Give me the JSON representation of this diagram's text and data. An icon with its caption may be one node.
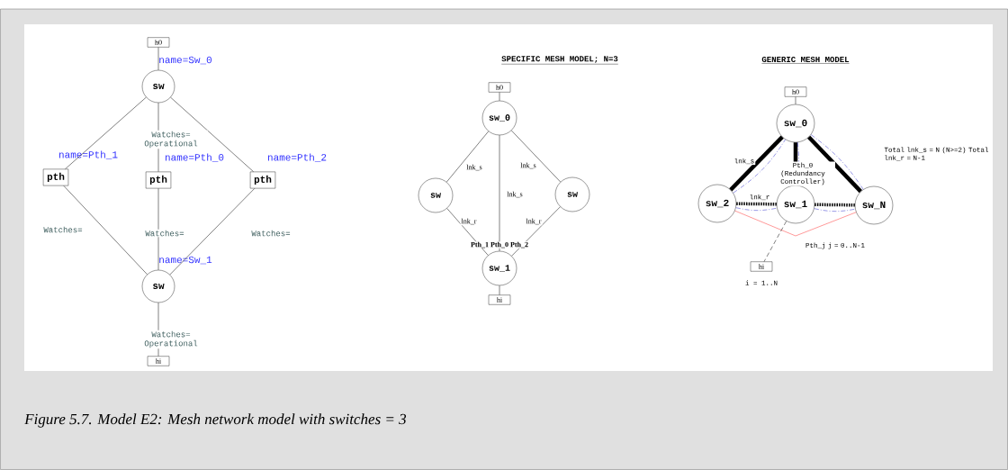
{
  "diagram": {
    "caption": "Figure 5.7. Model E2: Mesh network model with switches = 3",
    "nodes": [
      {
        "text": [
          "h0"
        ]
      },
      {
        "text": [
          "sw"
        ],
        "beside": [
          "name=Sw_0"
        ]
      },
      {
        "text": [
          "pth"
        ],
        "beside": [
          "name=Pth_1"
        ]
      },
      {
        "text": [
          "pth"
        ],
        "beside": [
          "name=Pth_0"
        ]
      },
      {
        "text": [
          "pth"
        ],
        "beside": [
          "name=Pth_2"
        ]
      },
      {
        "text": [
          "sw"
        ],
        "beside": [
          "name=Sw_1"
        ]
      },
      {
        "text": [
          "hi"
        ]
      },
      {
        "text": [
          "h0"
        ]
      },
      {
        "text": [
          "sw_0"
        ]
      },
      {
        "text": [
          "sw"
        ]
      },
      {
        "text": [
          "sw"
        ]
      },
      {
        "text": [
          "sw_1"
        ]
      },
      {
        "text": [
          "hi"
        ]
      },
      {
        "text": [
          "h0"
        ]
      },
      {
        "text": [
          "sw_0"
        ]
      },
      {
        "text": [
          "sw_2"
        ]
      },
      {
        "text": [
          "sw_1"
        ]
      },
      {
        "text": [
          "sw_N"
        ]
      },
      {
        "text": [
          "hi"
        ],
        "beside": [
          "i = 1..N"
        ]
      }
    ],
    "edges": [
      {
        "from": 0,
        "to": 1,
        "arrow": "none"
      },
      {
        "from": 1,
        "to": 2,
        "arrow": "none"
      },
      {
        "from": 1,
        "to": 3,
        "arrow": "none",
        "label": "Watches= Operational"
      },
      {
        "from": 1,
        "to": 4,
        "arrow": "none"
      },
      {
        "from": 2,
        "to": 5,
        "arrow": "none",
        "label": "Watches="
      },
      {
        "from": 3,
        "to": 5,
        "arrow": "none",
        "label": "Watches="
      },
      {
        "from": 4,
        "to": 5,
        "arrow": "none",
        "label": "Watches="
      },
      {
        "from": 5,
        "to": 6,
        "arrow": "none",
        "label": "Watches= Operational"
      },
      {
        "from": 7,
        "to": 8,
        "arrow": "none"
      },
      {
        "from": 8,
        "to": 9,
        "arrow": "none",
        "label": "lnk_s"
      },
      {
        "from": 8,
        "to": 11,
        "arrow": "none",
        "label": "lnk_s"
      },
      {
        "from": 8,
        "to": 10,
        "arrow": "none",
        "label": "lnk_s"
      },
      {
        "from": 9,
        "to": 11,
        "arrow": "none",
        "label": "lnk_r"
      },
      {
        "from": 10,
        "to": 11,
        "arrow": "none",
        "label": "lnk_r"
      },
      {
        "from": 11,
        "to": 12,
        "arrow": "none"
      },
      {
        "from": 13,
        "to": 14,
        "arrow": "none"
      },
      {
        "from": 14,
        "to": 15,
        "arrow": "none",
        "style": "thick",
        "label": "lnk_s"
      },
      {
        "from": 14,
        "to": null,
        "arrow": "none",
        "style": "thick",
        "label": "Pth_0 (Redundancy Controller)"
      },
      {
        "from": 14,
        "to": 17,
        "arrow": "none",
        "style": "thick"
      },
      {
        "from": 15,
        "to": 16,
        "arrow": "none",
        "style": "dashed",
        "label": "lnk_r"
      },
      {
        "from": 16,
        "to": 17,
        "arrow": "none",
        "style": "dashed"
      },
      {
        "from": 15,
        "to": 14,
        "arrow": "none",
        "style": "dashed",
        "color": "#3333cc"
      },
      {
        "from": 14,
        "to": 16,
        "arrow": "none",
        "style": "dashed",
        "color": "#3333cc"
      },
      {
        "from": 14,
        "to": 17,
        "arrow": "none",
        "style": "dashed",
        "color": "#3333cc"
      },
      {
        "from": 15,
        "to": 16,
        "arrow": "none",
        "style": "dashed",
        "color": "#3333cc"
      },
      {
        "from": 16,
        "to": 17,
        "arrow": "none",
        "style": "dashed",
        "color": "#3333cc"
      },
      {
        "from": 15,
        "to": 17,
        "arrow": "none",
        "color": "#ff3333",
        "label": "Pth_j j = 0..N-1"
      },
      {
        "from": 16,
        "to": 18,
        "arrow": "none",
        "style": "dashed"
      }
    ],
    "labels": [
      "SPECIFIC MESH MODEL; N=3",
      "Pth_1 Pth_0 Pth_2",
      "GENERIC MESH MODEL",
      "Total lnk_s = N (N>=2) Total lnk_r = N-1"
    ]
  }
}
